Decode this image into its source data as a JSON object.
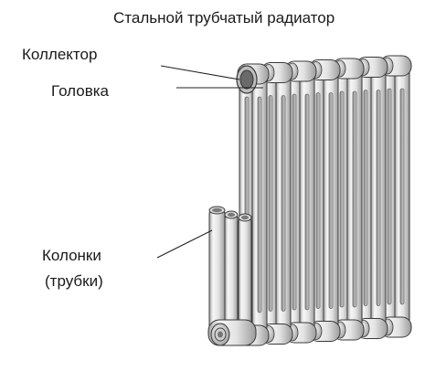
{
  "title": "Стальной трубчатый радиатор",
  "labels": {
    "collector": "Коллектор",
    "head": "Головка",
    "columns": "Колонки",
    "tubes": "(трубки)"
  },
  "colors": {
    "metal_light": "#f4f4f4",
    "metal_mid": "#d6d6d6",
    "metal_dark": "#9a9a9a",
    "outline": "#3a3a3a",
    "leader": "#222222"
  },
  "radiator": {
    "sections": 7
  }
}
